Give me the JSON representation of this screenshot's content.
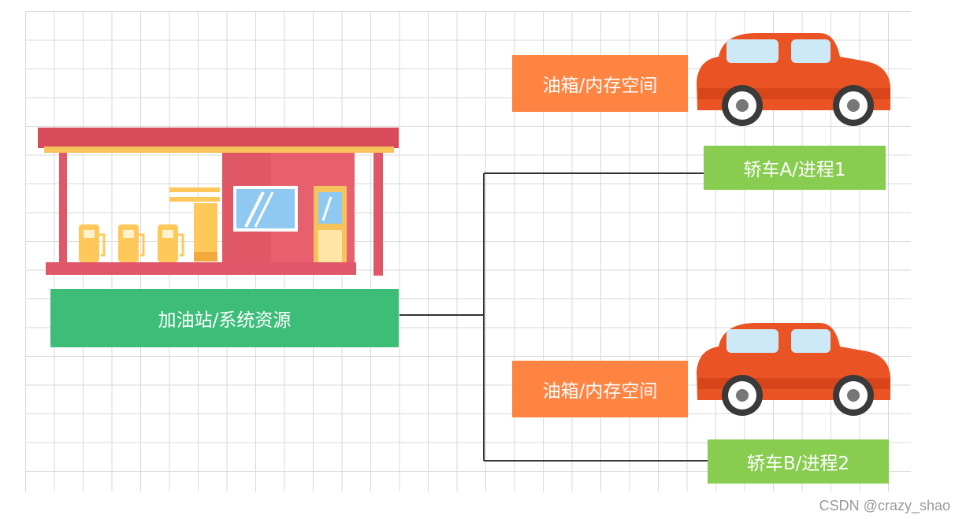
{
  "nodes": {
    "gas_station_label": "加油站/系统资源",
    "fuel_tank_a_label": "油箱/内存空间",
    "fuel_tank_b_label": "油箱/内存空间",
    "car_a_label": "轿车A/进程1",
    "car_b_label": "轿车B/进程2"
  },
  "watermark": "CSDN @crazy_shao",
  "colors": {
    "gas_station_label": "#3dbd78",
    "fuel_tank_label": "#ff8442",
    "car_label": "#88cc50",
    "car_body": "#ea5424",
    "station_roof": "#d94b5a",
    "station_pillar": "#e0576a",
    "pump": "#ffc85a",
    "connector_line": "#333333"
  }
}
